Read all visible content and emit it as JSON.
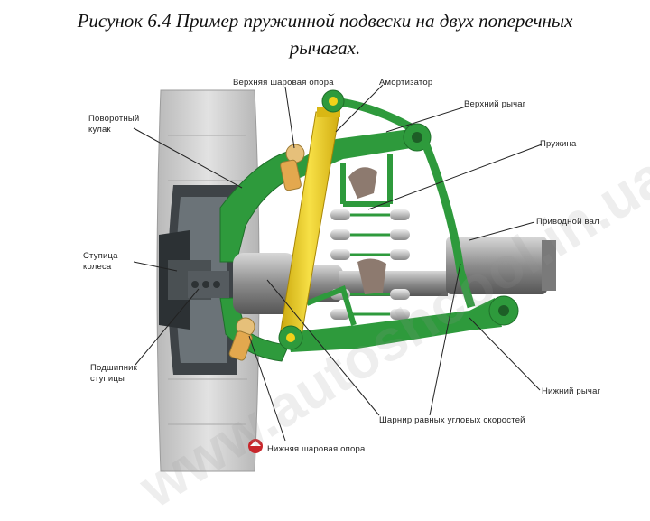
{
  "figure": {
    "title_line1": "Рисунок 6.4 Пример пружинной подвески на двух поперечных",
    "title_line2": "рычагах."
  },
  "labels": {
    "upper_ball_joint": "Верхняя шаровая опора",
    "shock_absorber": "Амортизатор",
    "steering_knuckle_1": "Поворотный",
    "steering_knuckle_2": "кулак",
    "upper_arm": "Верхний рычаг",
    "spring": "Пружина",
    "drive_shaft": "Приводной вал",
    "wheel_hub_1": "Ступица",
    "wheel_hub_2": "колеса",
    "hub_bearing_1": "Подшипник",
    "hub_bearing_2": "ступицы",
    "lower_arm": "Нижний рычаг",
    "cv_joint": "Шарнир равных угловых скоростей",
    "lower_ball_joint": "Нижняя шаровая опора"
  },
  "watermark": "www.autoshcool.in.ua",
  "colors": {
    "arm_green": "#2e9a3c",
    "shock_yellow": "#f1d21a",
    "tire_gray": "#c8c8c8",
    "metal_gray": "#9a9a9a",
    "logo_red": "#c8262b"
  }
}
